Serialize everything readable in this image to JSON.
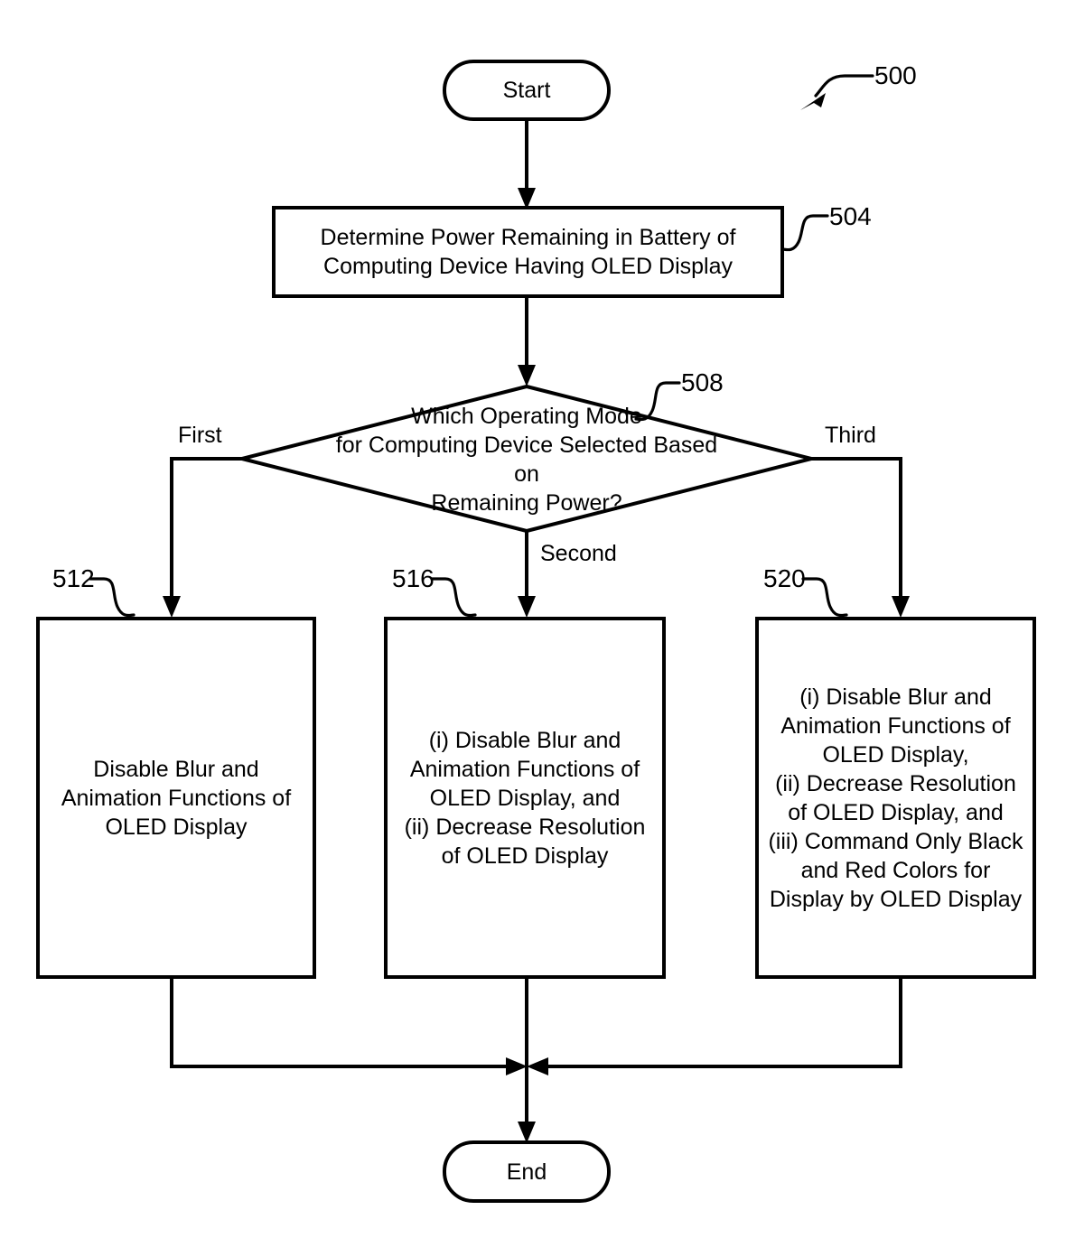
{
  "figure": {
    "reference_number": "500",
    "type": "patent-flowchart"
  },
  "nodes": {
    "start": {
      "label": "Start",
      "shape": "terminal"
    },
    "determine_power": {
      "reference": "504",
      "label": "Determine Power Remaining in Battery of\nComputing Device Having OLED Display",
      "shape": "process"
    },
    "decision": {
      "reference": "508",
      "label": "Which Operating Mode\nfor Computing Device Selected Based on\nRemaining Power?",
      "shape": "decision"
    },
    "first_mode": {
      "reference": "512",
      "label": "Disable Blur and\nAnimation Functions of\nOLED Display",
      "shape": "process"
    },
    "second_mode": {
      "reference": "516",
      "label": "(i) Disable Blur and\nAnimation Functions of\nOLED Display, and\n(ii) Decrease Resolution\nof OLED Display",
      "shape": "process"
    },
    "third_mode": {
      "reference": "520",
      "label": "(i) Disable Blur and\nAnimation Functions of\nOLED Display,\n(ii) Decrease Resolution\nof OLED Display, and\n(iii) Command Only Black\nand Red Colors for\nDisplay by OLED Display",
      "shape": "process"
    },
    "end": {
      "label": "End",
      "shape": "terminal"
    }
  },
  "edge_labels": {
    "first": "First",
    "second": "Second",
    "third": "Third"
  },
  "colors": {
    "stroke": "#000000",
    "fill": "#ffffff",
    "background": "#ffffff"
  },
  "chart_data": {
    "type": "flowchart",
    "title": "",
    "figure_number": "500",
    "nodes": [
      {
        "id": "start",
        "ref": "",
        "kind": "terminal",
        "text": "Start"
      },
      {
        "id": "504",
        "ref": "504",
        "kind": "process",
        "text": "Determine Power Remaining in Battery of Computing Device Having OLED Display"
      },
      {
        "id": "508",
        "ref": "508",
        "kind": "decision",
        "text": "Which Operating Mode for Computing Device Selected Based on Remaining Power?"
      },
      {
        "id": "512",
        "ref": "512",
        "kind": "process",
        "text": "Disable Blur and Animation Functions of OLED Display"
      },
      {
        "id": "516",
        "ref": "516",
        "kind": "process",
        "text": "(i) Disable Blur and Animation Functions of OLED Display, and (ii) Decrease Resolution of OLED Display"
      },
      {
        "id": "520",
        "ref": "520",
        "kind": "process",
        "text": "(i) Disable Blur and Animation Functions of OLED Display, (ii) Decrease Resolution of OLED Display, and (iii) Command Only Black and Red Colors for Display by OLED Display"
      },
      {
        "id": "end",
        "ref": "",
        "kind": "terminal",
        "text": "End"
      }
    ],
    "edges": [
      {
        "from": "start",
        "to": "504",
        "label": ""
      },
      {
        "from": "504",
        "to": "508",
        "label": ""
      },
      {
        "from": "508",
        "to": "512",
        "label": "First"
      },
      {
        "from": "508",
        "to": "516",
        "label": "Second"
      },
      {
        "from": "508",
        "to": "520",
        "label": "Third"
      },
      {
        "from": "512",
        "to": "end",
        "label": ""
      },
      {
        "from": "516",
        "to": "end",
        "label": ""
      },
      {
        "from": "520",
        "to": "end",
        "label": ""
      }
    ]
  }
}
